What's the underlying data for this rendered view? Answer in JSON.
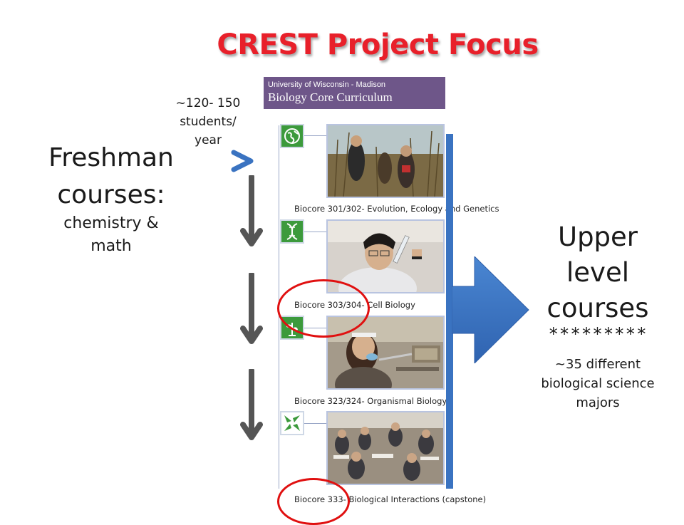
{
  "title": "CREST Project Focus",
  "left": {
    "students_lines": [
      "~120- 150",
      "students/",
      "year"
    ],
    "freshman_title_lines": [
      "Freshman",
      "courses:"
    ],
    "freshman_sub_lines": [
      "chemistry &",
      "math"
    ]
  },
  "banner": {
    "line1": "University of Wisconsin - Madison",
    "line2": "Biology Core Curriculum"
  },
  "courses": [
    {
      "label": "Biocore 301/302- Evolution, Ecology and Genetics",
      "icon": "globe-icon"
    },
    {
      "label": "Biocore 303/304- Cell Biology",
      "icon": "dna-icon"
    },
    {
      "label": "Biocore 323/324- Organismal Biology",
      "icon": "plant-icon"
    },
    {
      "label": "Biocore 333- Biological Interactions (capstone)",
      "icon": "interactions-icon"
    }
  ],
  "right": {
    "upper_lines": [
      "Upper",
      "level",
      "courses"
    ],
    "stars": "*********",
    "majors_lines": [
      "~35 different",
      "biological science",
      "majors"
    ]
  },
  "colors": {
    "title": "#e8202a",
    "banner": "#6e5689",
    "blue_arrow": "#3a73c1",
    "icon_green": "#3c9a3c",
    "circle_red": "#e01010",
    "down_arrow": "#555555"
  }
}
